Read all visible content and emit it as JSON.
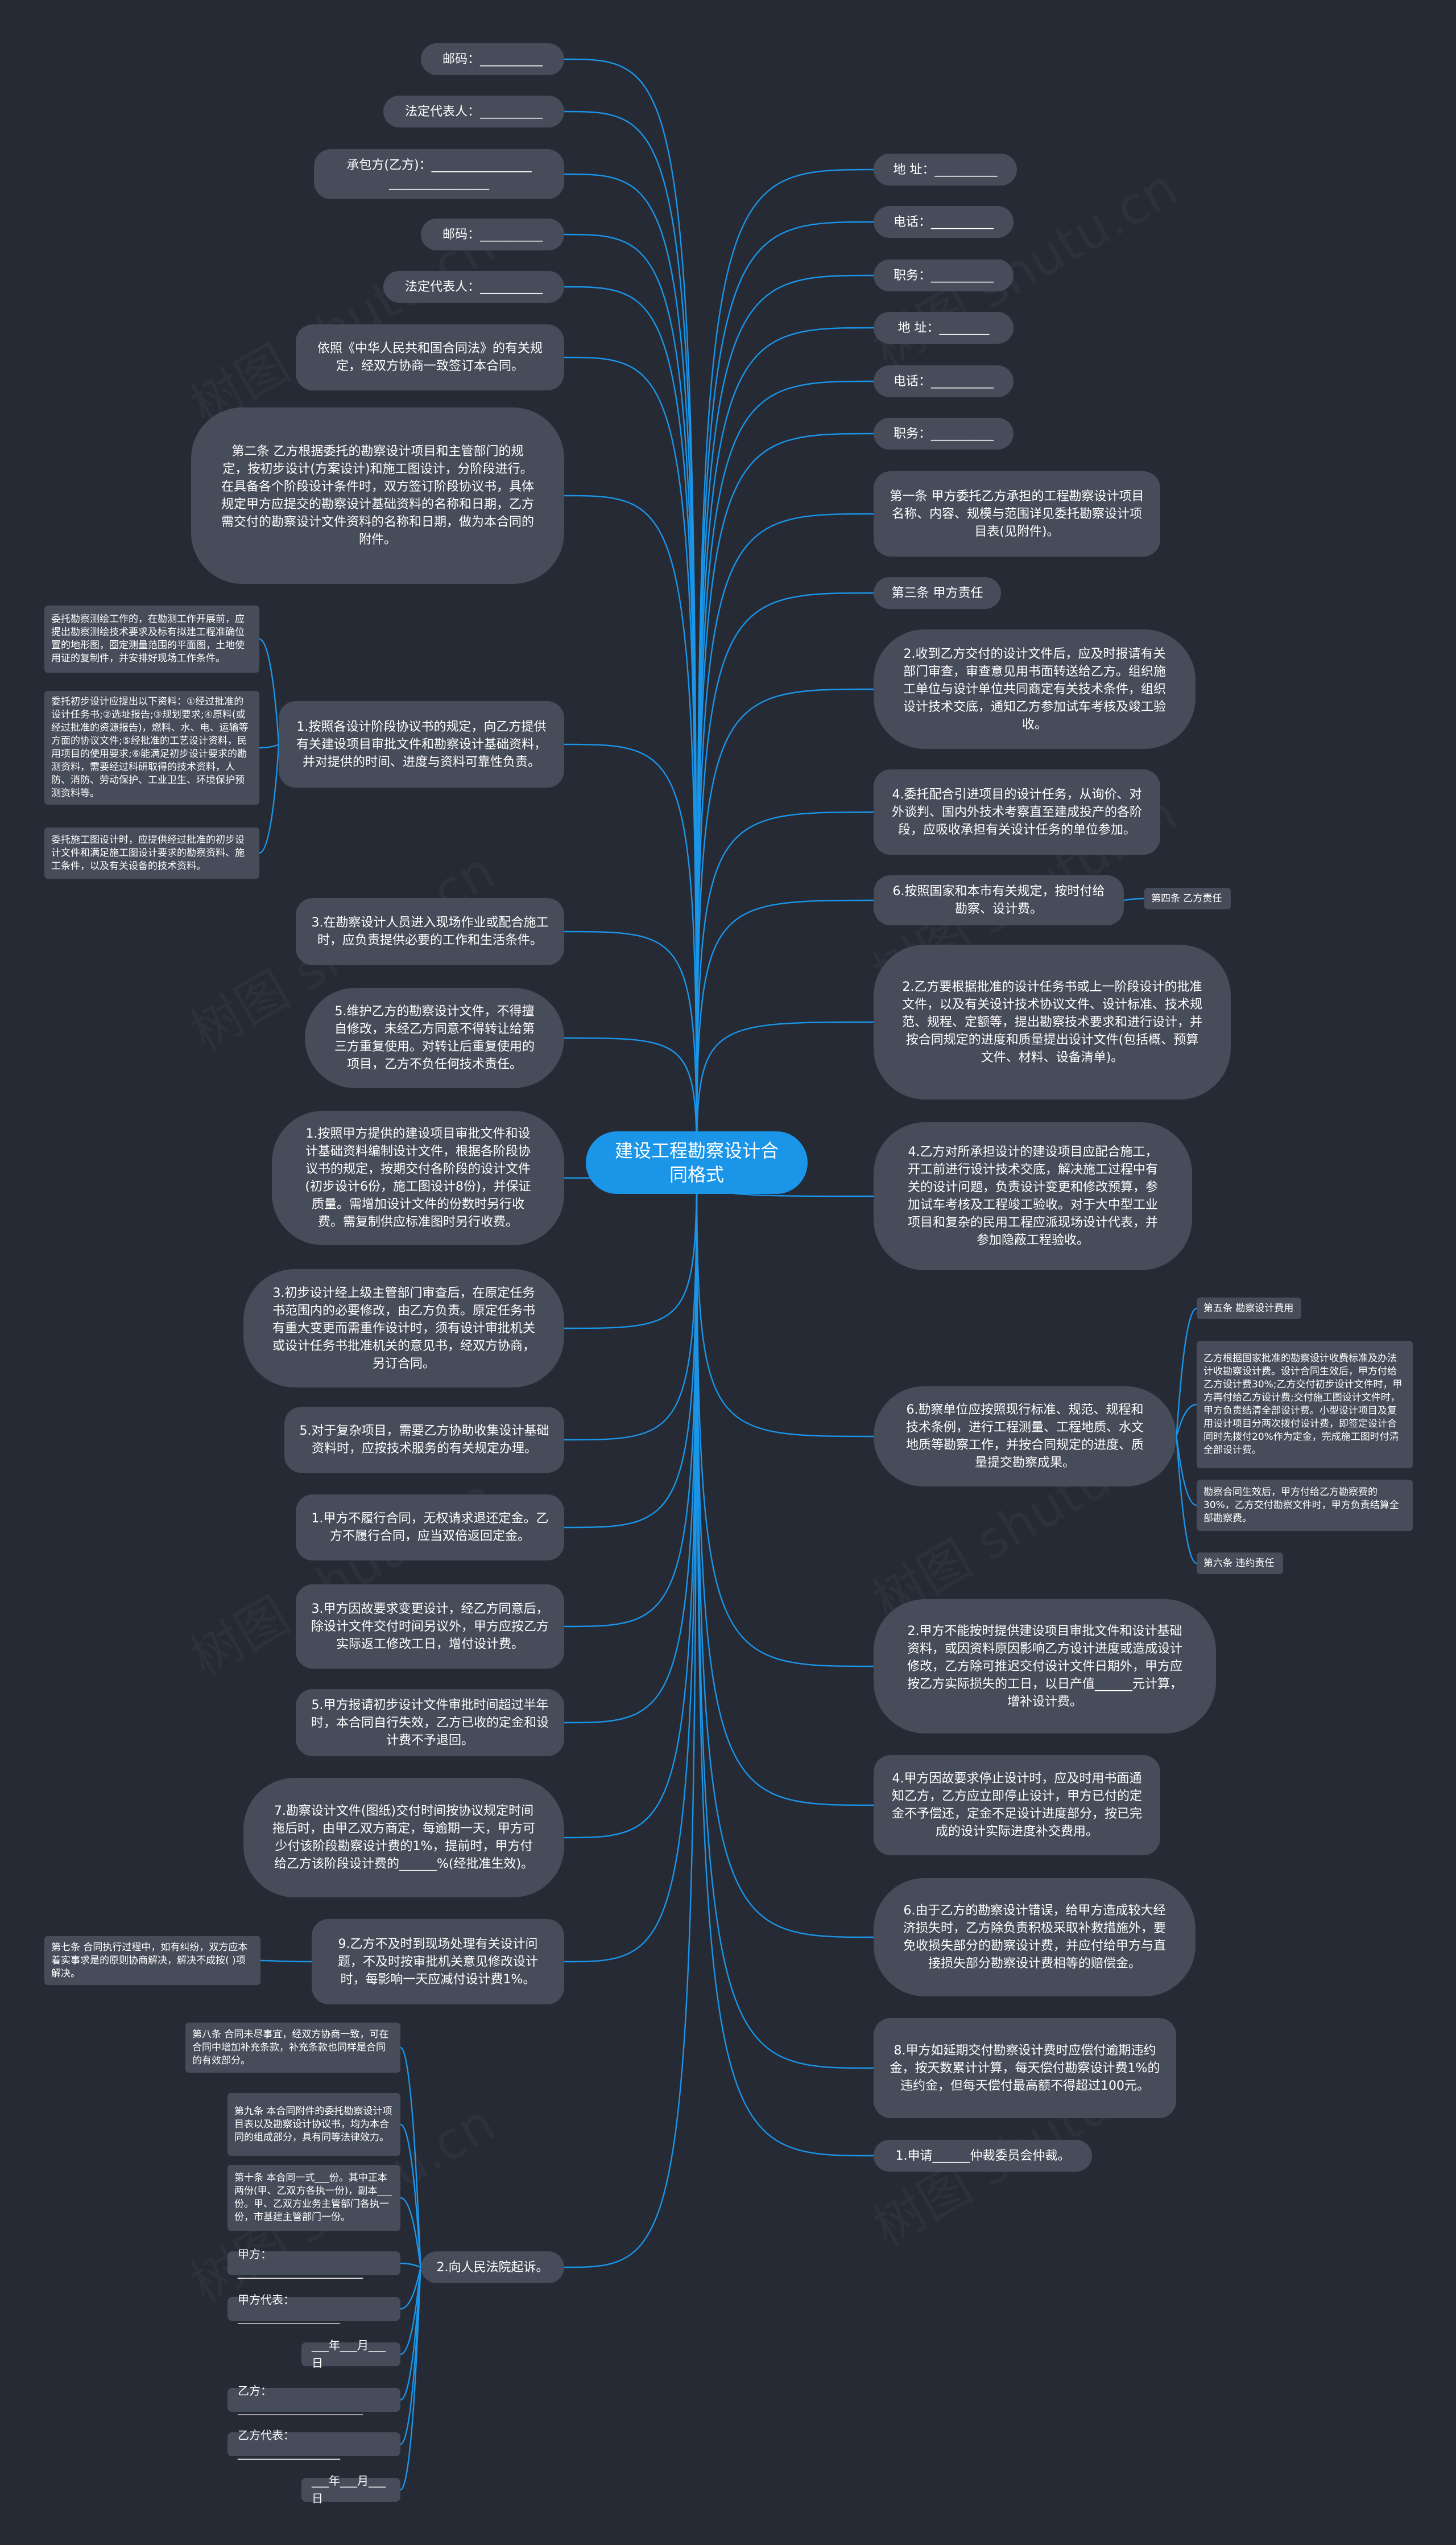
{
  "root": "建设工程勘察设计合同格式",
  "left": {
    "sign_1": "邮码：__________",
    "sign_2": "法定代表人：__________",
    "sign_3": "承包方(乙方)：________________\n________________",
    "sign_4": "邮码：__________",
    "sign_5": "法定代表人：__________",
    "intro": "依照《中华人民共和国合同法》的有关规定，经双方协商一致签订本合同。",
    "art2": "第二条 乙方根据委托的勘察设计项目和主管部门的规定，按初步设计(方案设计)和施工图设计，分阶段进行。在具备各个阶段设计条件时，双方签订阶段协议书，具体规定甲方应提交的勘察设计基础资料的名称和日期，乙方需交付的勘察设计文件资料的名称和日期，做为本合同的附件。",
    "p1": "1.按照各设计阶段协议书的规定，向乙方提供有关建设项目审批文件和勘察设计基础资料，并对提供的时间、进度与资料可靠性负责。",
    "p1_sub1": "委托勘察测绘工作的，在勘测工作开展前，应提出勘察测绘技术要求及标有拟建工程准确位置的地形图，圈定测量范围的平面图，土地使用证的复制件，并安排好现场工作条件。",
    "p1_sub2": "委托初步设计应提出以下资料：①经过批准的设计任务书;②选址报告;③规划要求;④原料(或经过批准的资源报告)，燃料、水、电、运输等方面的协议文件;⑤经批准的工艺设计资料，民用项目的使用要求;⑥能满足初步设计要求的勘测资料，需要经过科研取得的技术资料，人防、消防、劳动保护、工业卫生、环境保护预测资料等。",
    "p1_sub3": "委托施工图设计时，应提供经过批准的初步设计文件和满足施工图设计要求的勘察资料、施工条件，以及有关设备的技术资料。",
    "p3": "3.在勘察设计人员进入现场作业或配合施工时，应负责提供必要的工作和生活条件。",
    "p5": "5.维护乙方的勘察设计文件，不得擅自修改，未经乙方同意不得转让给第三方重复使用。对转让后重复使用的项目，乙方不负任何技术责任。",
    "q1": "1.按照甲方提供的建设项目审批文件和设计基础资料编制设计文件，根据各阶段协议书的规定，按期交付各阶段的设计文件(初步设计6份，施工图设计8份)，并保证质量。需增加设计文件的份数时另行收费。需复制供应标准图时另行收费。",
    "q3": "3.初步设计经上级主管部门审查后，在原定任务书范围内的必要修改，由乙方负责。原定任务书有重大变更而需重作设计时，须有设计审批机关或设计任务书批准机关的意见书，经双方协商，另订合同。",
    "q5": "5.对于复杂项目，需要乙方协助收集设计基础资料时，应按技术服务的有关规定办理。",
    "r1": "1.甲方不履行合同，无权请求退还定金。乙方不履行合同，应当双倍返回定金。",
    "r3": "3.甲方因故要求变更设计，经乙方同意后，除设计文件交付时间另议外，甲方应按乙方实际返工修改工日，增付设计费。",
    "r5": "5.甲方报请初步设计文件审批时间超过半年时，本合同自行失效，乙方已收的定金和设计费不予退回。",
    "r7": "7.勘察设计文件(图纸)交付时间按协议规定时间拖后时，由甲乙双方商定，每逾期一天，甲方可少付该阶段勘察设计费的1%，提前时，甲方付给乙方该阶段设计费的______%(经批准生效)。",
    "r9": "9.乙方不及时到现场处理有关设计问题，不及时按审批机关意见修改设计时，每影响一天应减付设计费1%。",
    "art7": "第七条 合同执行过程中，如有纠纷，双方应本着实事求是的原则协商解决，解决不成按( )项解决。",
    "court": "2.向人民法院起诉。",
    "art8": "第八条 合同未尽事宜，经双方协商一致，可在合同中增加补充条款，补充条款也同样是合同的有效部分。",
    "art9": "第九条 本合同附件的委托勘察设计项目表以及勘察设计协议书，均为本合同的组成部分，具有同等法律效力。",
    "art10": "第十条 本合同一式___份。其中正本两份(甲、乙双方各执一份)，副本___份。甲、乙双方业务主管部门各执一份，市基建主管部门一份。",
    "sig_a": "甲方：______________________",
    "sig_a_rep": "甲方代表：__________________",
    "date1": "___年___月___日",
    "sig_b": "乙方：______________________",
    "sig_b_rep": "乙方代表：__________________",
    "date2": "___年___月___日"
  },
  "right": {
    "addr1": "地 址：__________",
    "tel1": "电话：__________",
    "post1": "职务：__________",
    "addr2": "地 址：________",
    "tel2": "电话：__________",
    "post2": "职务：__________",
    "art1": "第一条 甲方委托乙方承担的工程勘察设计项目名称、内容、规模与范围详见委托勘察设计项目表(见附件)。",
    "art3": "第三条 甲方责任",
    "a2": "2.收到乙方交付的设计文件后，应及时报请有关部门审查，审查意见用书面转送给乙方。组织施工单位与设计单位共同商定有关技术条件，组织设计技术交底，通知乙方参加试车考核及竣工验收。",
    "a4": "4.委托配合引进项目的设计任务，从询价、对外谈判、国内外技术考察直至建成投产的各阶段，应吸收承担有关设计任务的单位参加。",
    "a6": "6.按照国家和本市有关规定，按时付给勘察、设计费。",
    "art4": "第四条 乙方责任",
    "b2": "2.乙方要根据批准的设计任务书或上一阶段设计的批准文件，以及有关设计技术协议文件、设计标准、技术规范、规程、定额等，提出勘察技术要求和进行设计，并按合同规定的进度和质量提出设计文件(包括概、预算文件、材料、设备清单)。",
    "b4": "4.乙方对所承担设计的建设项目应配合施工，开工前进行设计技术交底，解决施工过程中有关的设计问题，负责设计变更和修改预算，参加试车考核及工程竣工验收。对于大中型工业项目和复杂的民用工程应派现场设计代表，并参加隐蔽工程验收。",
    "b6": "6.勘察单位应按照现行标准、规范、规程和技术条例，进行工程测量、工程地质、水文地质等勘察工作，并按合同规定的进度、质量提交勘察成果。",
    "art5": "第五条 勘察设计费用",
    "fee1": "乙方根据国家批准的勘察设计收费标准及办法计收勘察设计费。设计合同生效后，甲方付给乙方设计费30%;乙方交付初步设计文件时，甲方再付给乙方设计费;交付施工图设计文件时，甲方负责结清全部设计费。小型设计项目及复用设计项目分两次拨付设计费，即签定设计合同时先拨付20%作为定金，完成施工图时付清全部设计费。",
    "fee2": "勘察合同生效后，甲方付给乙方勘察费的30%，乙方交付勘察文件时，甲方负责结算全部勘察费。",
    "art6": "第六条 违约责任",
    "c2": "2.甲方不能按时提供建设项目审批文件和设计基础资料，或因资料原因影响乙方设计进度或造成设计修改，乙方除可推迟交付设计文件日期外，甲方应按乙方实际损失的工日，以日产值______元计算，增补设计费。",
    "c4": "4.甲方因故要求停止设计时，应及时用书面通知乙方，乙方应立即停止设计，甲方已付的定金不予偿还，定金不足设计进度部分，按已完成的设计实际进度补交费用。",
    "c6": "6.由于乙方的勘察设计错误，给甲方造成较大经济损失时，乙方除负责积极采取补救措施外，要免收损失部分的勘察设计费，并应付给甲方与直接损失部分勘察设计费相等的赔偿金。",
    "c8": "8.甲方如延期交付勘察设计费时应偿付逾期违约金，按天数累计计算，每天偿付勘察设计费1%的违约金，但每天偿付最高额不得超过100元。",
    "arb": "1.申请______仲裁委员会仲裁。"
  }
}
